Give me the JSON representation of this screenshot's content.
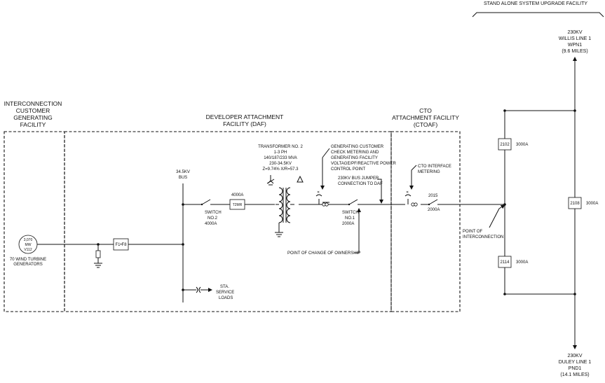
{
  "header": {
    "upgrade_title": "STAND ALONE SYSTEM UPGRADE FACILITY"
  },
  "sections": {
    "customer": [
      "INTERCONNECTION",
      "CUSTOMER",
      "GENERATING",
      "FACILITY"
    ],
    "developer": [
      "DEVELOPER ATTACHMENT",
      "FACILITY (DAF)"
    ],
    "cto": [
      "CTO",
      "ATTACHMENT FACILITY",
      "(CTOAF)"
    ]
  },
  "lines": {
    "top": [
      "230KV",
      "WILLIS LINE 1",
      "WPN1",
      "(9.6 MILES)"
    ],
    "bottom": [
      "230KV",
      "DULEY LINE 1",
      "PND1",
      "(14.1 MILES)"
    ]
  },
  "generator": {
    "symbol": [
      "3,070",
      "MW",
      "V112"
    ],
    "caption": [
      "70 WIND TURBINE",
      "GENERATORS"
    ]
  },
  "filter_label": "F1•F8",
  "bus": [
    "34.5KV",
    "BUS"
  ],
  "switch2": {
    "name": [
      "SWITCH",
      "NO.2",
      "4000A"
    ],
    "rating_top": "4000A",
    "tmr_label": "T2MR"
  },
  "transformer": [
    "TRANSFORMER NO. 2",
    "1-3 PH",
    "140/187/233 MVA",
    "230-34.5KV",
    "Z=9.74% X/R=57.3"
  ],
  "metering_note": [
    "GENERATING CUSTOMER",
    "CHECK METERING AND",
    "GENERATING FACILITY",
    "VOLTAGE/PF/REACTIVE POWER",
    "CONTROL POINT"
  ],
  "jumper_note": [
    "230KV BUS JUMPER",
    "CONNECTION TO DAF"
  ],
  "switch1": [
    "SWITCH",
    "NO.1",
    "2000A"
  ],
  "ownership_note": "POINT OF CHANGE OF OWNERSHIP",
  "station_loads": [
    "STA.",
    "SERVICE",
    "LOADS"
  ],
  "cto_metering": [
    "CTO INTERFACE",
    "METERING"
  ],
  "switch2015": [
    "2015",
    "2000A"
  ],
  "breakers": {
    "b2102": {
      "id": "2102",
      "rating": "3000A"
    },
    "b2108": {
      "id": "2108",
      "rating": "3000A"
    },
    "b2114": {
      "id": "2114",
      "rating": "3000A"
    }
  },
  "poi_note": [
    "POINT OF",
    "INTERCONNECTION"
  ]
}
